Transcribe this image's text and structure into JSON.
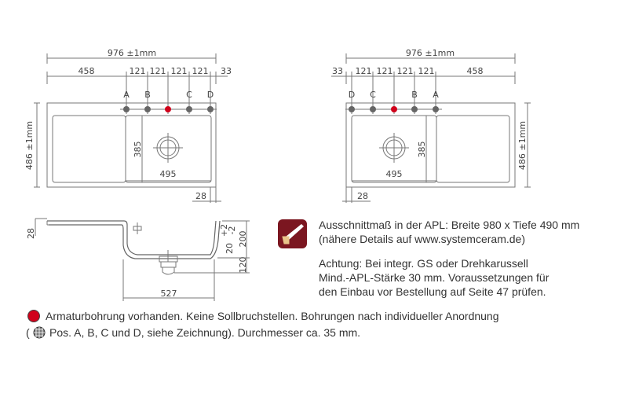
{
  "left_plan": {
    "overall_width": "976 ±1mm",
    "dims": [
      "458",
      "121",
      "121",
      "121",
      "121",
      "33"
    ],
    "holes": [
      "A",
      "B",
      "C",
      "D"
    ],
    "height": "486 ±1mm",
    "bowl_depth": "385",
    "bowl_width": "495",
    "edge": "28"
  },
  "right_plan": {
    "overall_width": "976 ±1mm",
    "dims": [
      "33",
      "121",
      "121",
      "121",
      "121",
      "458"
    ],
    "holes": [
      "D",
      "C",
      "B",
      "A"
    ],
    "height": "486 ±1mm",
    "bowl_depth": "385",
    "bowl_width": "495",
    "edge": "28"
  },
  "section": {
    "thickness": "28",
    "rim_depth": "20",
    "tol_plus": "+2",
    "tol_minus": "-2",
    "bowl_height": "200",
    "drain_height": "120",
    "width": "527"
  },
  "info": {
    "cutout_line1": "Ausschnittmaß in der APL: Breite 980 x Tiefe 490 mm",
    "cutout_line2": "(nähere Details auf www.systemceram.de)",
    "note_line1": "Achtung: Bei integr. GS oder Drehkarussell",
    "note_line2": "Mind.-APL-Stärke 30 mm. Voraussetzungen für",
    "note_line3": "den Einbau vor Bestellung auf Seite 47 prüfen."
  },
  "legend": {
    "line1": "Armaturbohrung vorhanden. Keine Sollbruchstellen. Bohrungen nach individueller Anordnung",
    "line2_prefix": "(",
    "line2": "Pos. A, B, C und D, siehe Zeichnung). Durchmesser ca. 35 mm."
  },
  "colors": {
    "hole_red": "#d0021b",
    "icon_bg": "#7b1620",
    "hole_gray": "#666666"
  }
}
